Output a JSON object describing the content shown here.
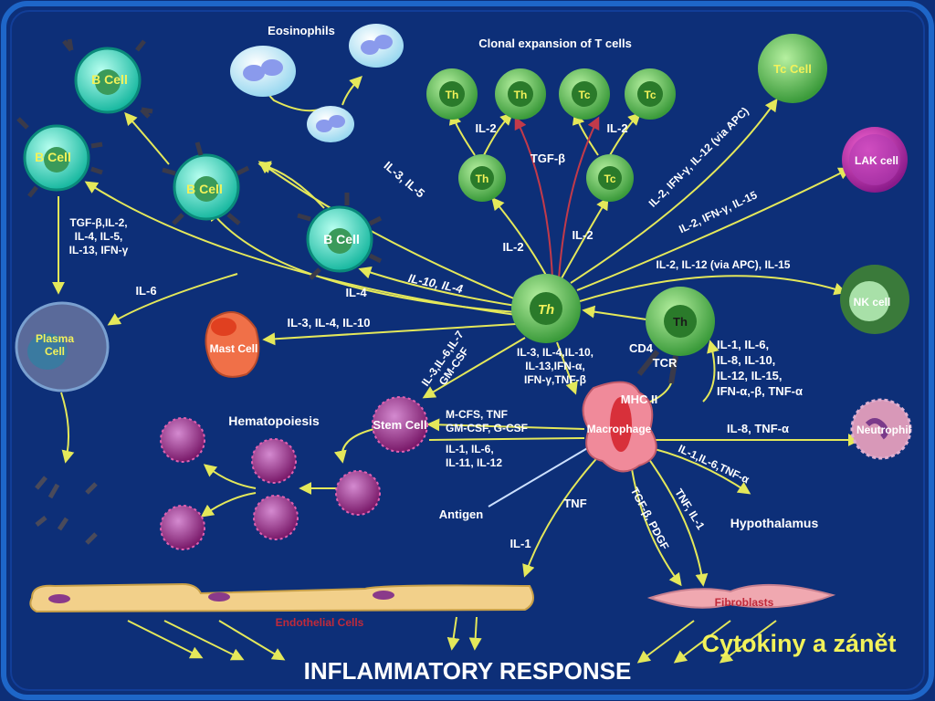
{
  "title": "INFLAMMATORY RESPONSE",
  "slide_title": "Cytokiny a zánět",
  "cells": {
    "b_cell": "B Cell",
    "eosinophils": "Eosinophils",
    "clonal": "Clonal expansion of T cells",
    "th": "Th",
    "tc": "Tc",
    "tc_cell": "Tc Cell",
    "lak": "LAK cell",
    "nk": "NK cell",
    "plasma": "Plasma\nCell",
    "mast": "Mast Cell",
    "stem": "Stem Cell",
    "hematopoiesis": "Hematopoiesis",
    "macrophage": "Macrophage",
    "neutrophil": "Neutrophil",
    "hypothalamus": "Hypothalamus",
    "fibroblasts": "Fibroblasts",
    "endothelial": "Endothelial Cells",
    "antigen": "Antigen",
    "cd4": "CD4",
    "tcr": "TCR",
    "mhc": "MHC II"
  },
  "labels": {
    "il2_a": "IL-2",
    "il2_b": "IL-2",
    "il2_c": "IL-2",
    "il2_d": "IL-2",
    "tgfb": "TGF-β",
    "il3_il5": "IL-3, IL-5",
    "il10_il4": "IL-10, IL-4",
    "il4": "IL-4",
    "il6": "IL-6",
    "tgf_list": "TGF-β,IL-2,\nIL-4, IL-5,\nIL-13, IFN-γ",
    "il3_il4_il10": "IL-3, IL-4, IL-10",
    "il3_il6_il7": "IL-3,IL-6,IL-7\nGM-CSF",
    "th_out": "IL-3, IL-4,IL-10,\nIL-13,IFN-α,\nIFN-γ,TNF-β",
    "tc_cell_arrow": "IL-2, IFN-γ, IL-12 (via APC)",
    "lak_arrow": "IL-2, IFN-γ, IL-15",
    "nk_arrow": "IL-2, IL-12 (via APC), IL-15",
    "th_right": "IL-1, IL-6,\nIL-8, IL-10,\nIL-12, IL-15,\nIFN-α,-β, TNF-α",
    "mcfs": "M-CFS, TNF\nGM-CSF, G-CSF",
    "il1_il6": "IL-1, IL-6,\nIL-11, IL-12",
    "il8_tnf": "IL-8, TNF-α",
    "hypo_arrow": "IL-1,IL-6,TNF-α",
    "tnf": "TNF",
    "il1": "IL-1",
    "tgf_pdgf": "TGF-β, PDGF",
    "tnf_il1": "TNF, IL-1"
  },
  "colors": {
    "background": "#0d2f78",
    "frame": "#1e66c8",
    "arrow": "#e4e85a",
    "title_accent": "#f2f25a"
  }
}
